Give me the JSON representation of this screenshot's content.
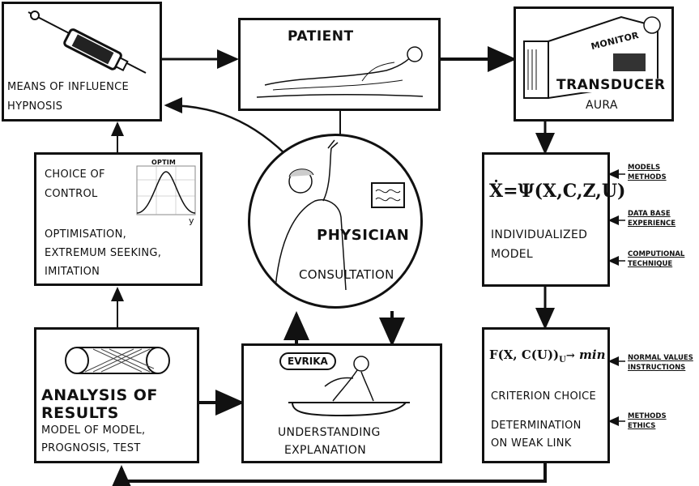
{
  "patient": {
    "label": "PATIENT"
  },
  "influence": {
    "line1": "MEANS OF INFLUENCE",
    "line2": "HYPNOSIS"
  },
  "transducer": {
    "title": "TRANSDUCER",
    "monitor": "MONITOR",
    "sub": "AURA"
  },
  "control": {
    "line1": "CHOICE OF",
    "line2": "CONTROL",
    "chart_label": "OPTIM",
    "axis_label": "y",
    "line3": "OPTIMISATION,",
    "line4": "EXTREMUM SEEKING,",
    "line5": "IMITATION"
  },
  "physician": {
    "title": "PHYSICIAN",
    "sub": "CONSULTATION"
  },
  "model": {
    "equation": "Ẋ=Ψ(X,C,Z,U)",
    "line1": "INDIVIDUALIZED",
    "line2": "MODEL",
    "inputs": [
      {
        "a": "MODELS",
        "b": "METHODS"
      },
      {
        "a": "DATA BASE",
        "b": "EXPERIENCE"
      },
      {
        "a": "COMPUTIONAL",
        "b": "TECHNIQUE"
      }
    ]
  },
  "analysis": {
    "line1": "ANALYSIS OF",
    "line2": "RESULTS",
    "line3": "MODEL OF MODEL,",
    "line4": "PROGNOSIS, TEST"
  },
  "understanding": {
    "badge": "EVRIKA",
    "line1": "UNDERSTANDING",
    "line2": "EXPLANATION"
  },
  "criterion": {
    "formula_main": "F(X, C(U))",
    "formula_sub": "U",
    "formula_end": "min",
    "line1": "CRITERION CHOICE",
    "line2": "DETERMINATION",
    "line3": "ON WEAK LINK",
    "inputs": [
      {
        "a": "NORMAL VALUES",
        "b": "INSTRUCTIONS"
      },
      {
        "a": "METHODS",
        "b": "ETHICS"
      }
    ]
  }
}
